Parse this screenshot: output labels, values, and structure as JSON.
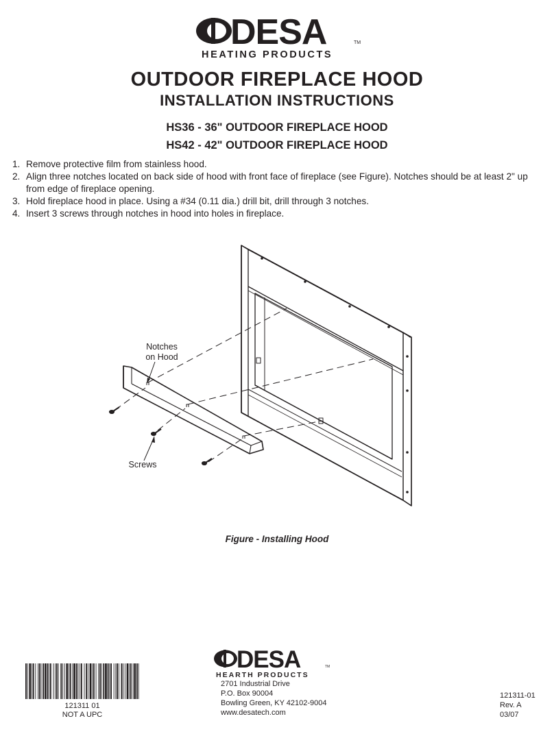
{
  "header": {
    "logo_text": "DESA",
    "logo_tm": "TM",
    "logo_subtitle": "HEATING PRODUCTS",
    "title": "OUTDOOR FIREPLACE HOOD",
    "subtitle": "INSTALLATION INSTRUCTIONS",
    "models": [
      "HS36 - 36\" OUTDOOR FIREPLACE HOOD",
      "HS42 - 42\" OUTDOOR FIREPLACE HOOD"
    ]
  },
  "steps": [
    {
      "num": "1.",
      "text": "Remove protective film from stainless hood."
    },
    {
      "num": "2.",
      "text": "Align three notches located on back side of hood with front face of fireplace (see Figure).  Notches should be at least 2\" up from edge of fireplace opening."
    },
    {
      "num": "3.",
      "text": "Hold fireplace hood in place. Using a #34 (0.11 dia.) drill bit, drill through 3 notches."
    },
    {
      "num": "4.",
      "text": "Insert 3 screws through notches in hood into holes in fireplace."
    }
  ],
  "figure": {
    "label_notches_line1": "Notches",
    "label_notches_line2": "on Hood",
    "label_screws": "Screws",
    "caption": "Figure - Installing Hood"
  },
  "footer": {
    "logo_text": "DESA",
    "logo_tm": "TM",
    "logo_subtitle": "HEARTH PRODUCTS",
    "address": [
      "2701 Industrial Drive",
      "P.O. Box 90004",
      "Bowling Green, KY 42102-9004",
      "www.desatech.com"
    ],
    "barcode_number": "121311 01",
    "barcode_note": "NOT A UPC",
    "doc_number": "121311-01",
    "revision": "Rev. A",
    "date": "03/07"
  }
}
